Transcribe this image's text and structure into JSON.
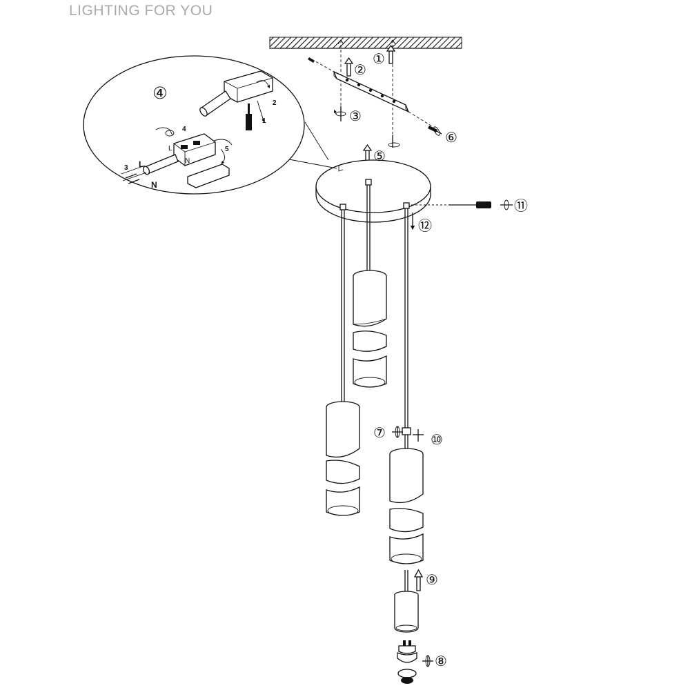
{
  "header": {
    "brand": "LIGHTING FOR YOU"
  },
  "steps": {
    "s1": "①",
    "s2": "②",
    "s3": "③",
    "s4": "④",
    "s5": "⑤",
    "s6": "⑥",
    "s7": "⑦",
    "s8": "⑧",
    "s9": "⑨",
    "s10": "⑩",
    "s11": "⑪",
    "s12": "⑫"
  },
  "detail": {
    "n1": "1",
    "n2": "2",
    "n3": "3",
    "n4": "4",
    "n5": "5",
    "wire_l": "L",
    "wire_n": "N",
    "term_l": "L",
    "term_n": "N"
  }
}
